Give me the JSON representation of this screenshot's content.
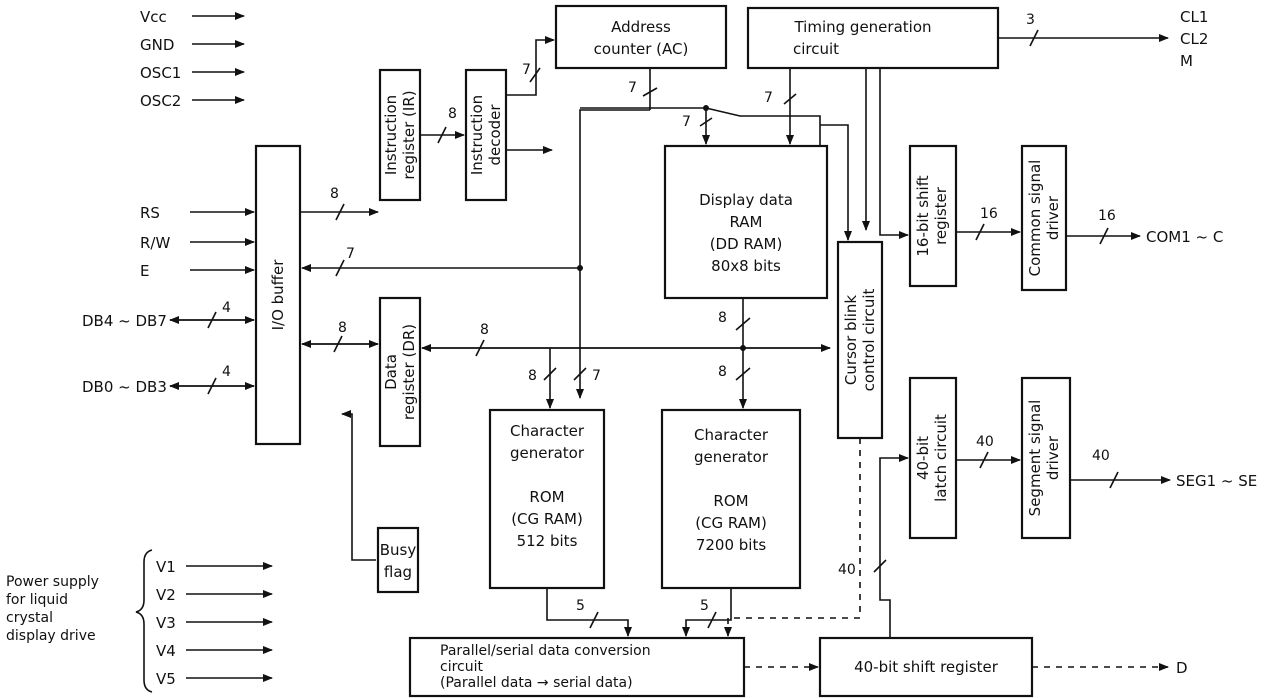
{
  "pins": {
    "vcc": "Vcc",
    "gnd": "GND",
    "osc1": "OSC1",
    "osc2": "OSC2",
    "rs": "RS",
    "rw": "R/W",
    "e": "E",
    "db_hi": "DB4 ~ DB7",
    "db_lo": "DB0 ~ DB3",
    "cl1": "CL1",
    "cl2": "CL2",
    "m": "M",
    "com": "COM1 ~ C",
    "seg": "SEG1 ~ SE",
    "d": "D",
    "v1": "V1",
    "v2": "V2",
    "v3": "V3",
    "v4": "V4",
    "v5": "V5"
  },
  "power": {
    "line1": "Power supply",
    "line2": "for liquid",
    "line3": "crystal",
    "line4": "display drive"
  },
  "blocks": {
    "io_buffer": "I/O buffer",
    "ir_l1": "Instruction",
    "ir_l2": "register (IR)",
    "idec_l1": "Instruction",
    "idec_l2": "decoder",
    "ac_l1": "Address",
    "ac_l2": "counter (AC)",
    "timing_l1": "Timing generation",
    "timing_l2": "circuit",
    "ddram_l1": "Display data",
    "ddram_l2": "RAM",
    "ddram_l3": "(DD RAM)",
    "ddram_l4": "80x8 bits",
    "sr16_l1": "16-bit shift",
    "sr16_l2": "register",
    "csd_l1": "Common signal",
    "csd_l2": "driver",
    "cursor_l1": "Cursor blink",
    "cursor_l2": "control circuit",
    "dr_l1": "Data",
    "dr_l2": "register (DR)",
    "cg1_l1": "Character",
    "cg1_l2": "generator",
    "cg1_l3": "ROM",
    "cg1_l4": "(CG RAM)",
    "cg1_l5": "512 bits",
    "cg2_l1": "Character",
    "cg2_l2": "generator",
    "cg2_l3": "ROM",
    "cg2_l4": "(CG RAM)",
    "cg2_l5": "7200 bits",
    "latch_l1": "40-bit",
    "latch_l2": "latch circuit",
    "ssd_l1": "Segment signal",
    "ssd_l2": "driver",
    "busy_l1": "Busy",
    "busy_l2": "flag",
    "psc_l1": "Parallel/serial data conversion",
    "psc_l2": "circuit",
    "psc_l3": "(Parallel data → serial data)",
    "sr40": "40-bit shift register"
  },
  "bus_labels": {
    "timing_out": "3",
    "ac_in": "7",
    "ac_down": "7",
    "timing_down": "7",
    "dd_in": "7",
    "ir_in": "8",
    "ir_out": "8",
    "io_back": "7",
    "db_hi": "4",
    "db_lo": "4",
    "dr_io": "8",
    "dr_bus": "8",
    "dd_down": "8",
    "cg1_a": "8",
    "cg1_b": "7",
    "cg2_in": "8",
    "com16_a": "16",
    "com16_b": "16",
    "seg40_a": "40",
    "seg40_b": "40",
    "sr_latch": "40",
    "cg1_out": "5",
    "cg2_out": "5"
  }
}
